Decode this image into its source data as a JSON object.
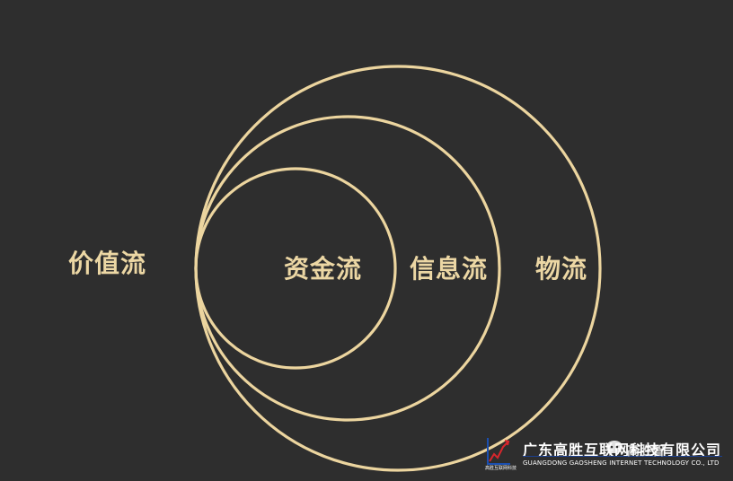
{
  "diagram": {
    "outside_label": "价值流",
    "rings": [
      {
        "label": "资金流"
      },
      {
        "label": "信息流"
      },
      {
        "label": "物流"
      }
    ],
    "ring_color": "#ecd59f",
    "background_color": "#2e2e2e"
  },
  "watermark": {
    "company_cn": "广东高胜互联网科技有限公司",
    "company_en": "GUANGDONG GAOSHENG INTERNET TECHNOLOGY CO., LTD",
    "logo_caption": "高胜互联网科技",
    "channel_name": "高胜智"
  }
}
